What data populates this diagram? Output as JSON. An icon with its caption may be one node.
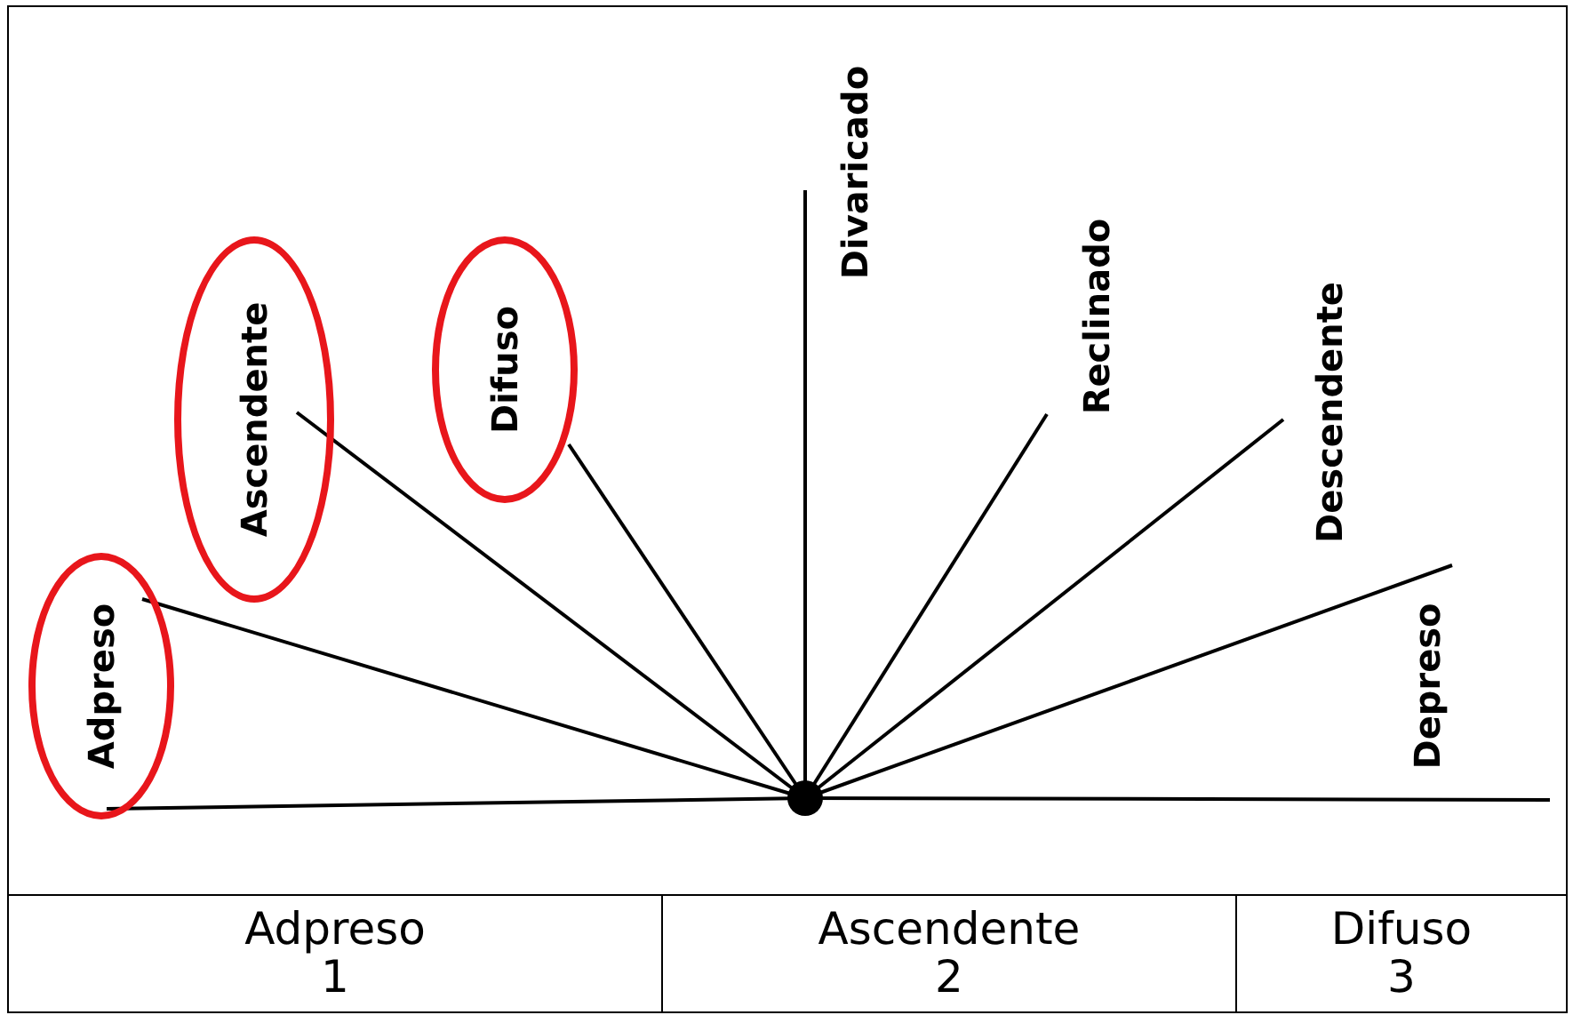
{
  "diagram": {
    "nodes": [
      {
        "text": [
          "Adpreso"
        ]
      },
      {
        "text": [
          "Ascendente"
        ]
      },
      {
        "text": [
          "Difuso"
        ]
      }
    ],
    "labels": [
      "Divaricado",
      "Reclinado",
      "Descendente",
      "Depreso",
      "Adpreso",
      "Ascendente",
      "Difuso",
      "1",
      "2",
      "3"
    ]
  }
}
